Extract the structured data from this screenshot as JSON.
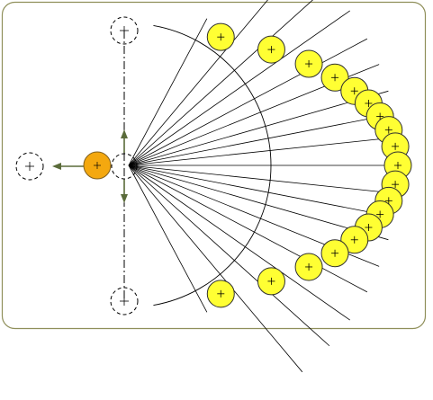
{
  "colors": {
    "frame_border": "#8f8f5a",
    "frame_fill": "#ffffff",
    "line": "#000000",
    "arc": "#000000",
    "yellow_fill": "#ffff33",
    "yellow_stroke": "#2f2f2f",
    "orange_fill": "#f4a80f",
    "orange_stroke": "#806020",
    "arrow": "#5a6b3a",
    "dashed_stroke": "#000000"
  },
  "icons": {
    "yellow_circle": "plus-marker-circle",
    "dashed_circle": "dashed-crosshair-circle",
    "orange_circle": "source-disc",
    "arrow": "direction-arrow"
  },
  "diagram": {
    "ray_angles_deg": [
      -62,
      -50,
      -42,
      -35,
      -28,
      -22,
      -16,
      -11,
      -6,
      0,
      6,
      11,
      16,
      22,
      28,
      35,
      42,
      50,
      62
    ],
    "yellow_circle_angles_deg": [
      -70,
      -58,
      -48,
      -40,
      -33,
      -27,
      -21,
      -15,
      -8,
      0,
      8,
      15,
      21,
      27,
      33,
      40,
      48,
      58,
      70
    ]
  }
}
